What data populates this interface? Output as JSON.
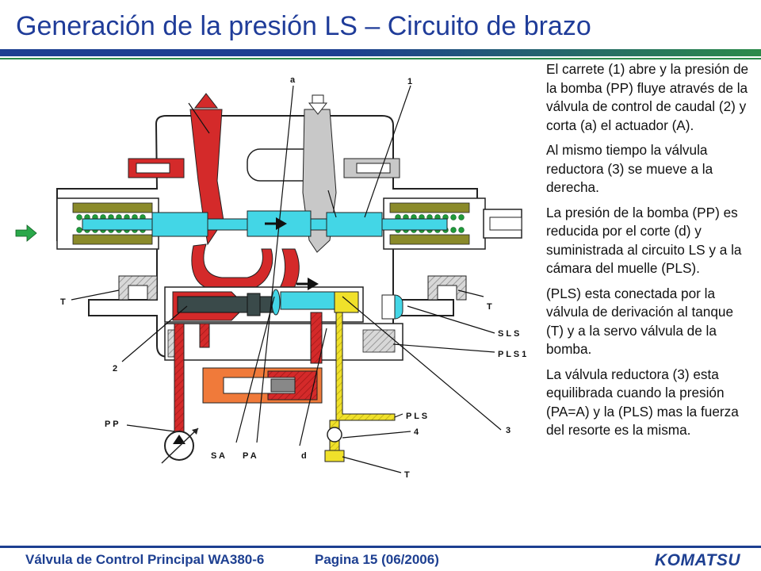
{
  "slide": {
    "title": "Generación de la presión LS – Circuito de brazo"
  },
  "diagram": {
    "labels": {
      "a": "a",
      "one": "1",
      "two": "2",
      "three": "3",
      "four": "4",
      "t_left": "T",
      "t_right": "T",
      "t_bottom": "T",
      "sls": "S L S",
      "pls1": "P L S 1",
      "pls": "P L S",
      "pp": "P P",
      "sa": "S A",
      "pa": "P A",
      "d": "d"
    },
    "colors": {
      "pump": "#d42a2a",
      "ls": "#43d6e6",
      "pls": "#f0e12a",
      "tank": "#c8c8c8",
      "spring": "#1f9a3a",
      "orange": "#f07a3a",
      "body": "#ffffff",
      "olive": "#8a8a2a"
    }
  },
  "text": {
    "p1": "El carrete (1) abre y la presión de la bomba (PP) fluye através de la válvula de control de caudal (2) y corta (a) el actuador (A).",
    "p2": "Al mismo tiempo la válvula reductora (3) se mueve a la derecha.",
    "p3": "La presión de la bomba (PP) es reducida por el corte (d) y suministrada al circuito LS y a la cámara del muelle (PLS).",
    "p4": "(PLS) esta conectada por la válvula de derivación al tanque (T) y a la servo válvula de la bomba.",
    "p5": "La válvula reductora (3) esta equilibrada cuando la presión (PA=A) y la (PLS) mas la fuerza del resorte es la misma."
  },
  "footer": {
    "left": "Válvula de Control Principal WA380-6",
    "middle": "Pagina 15 (06/2006)",
    "logo": "KOMATSU"
  }
}
